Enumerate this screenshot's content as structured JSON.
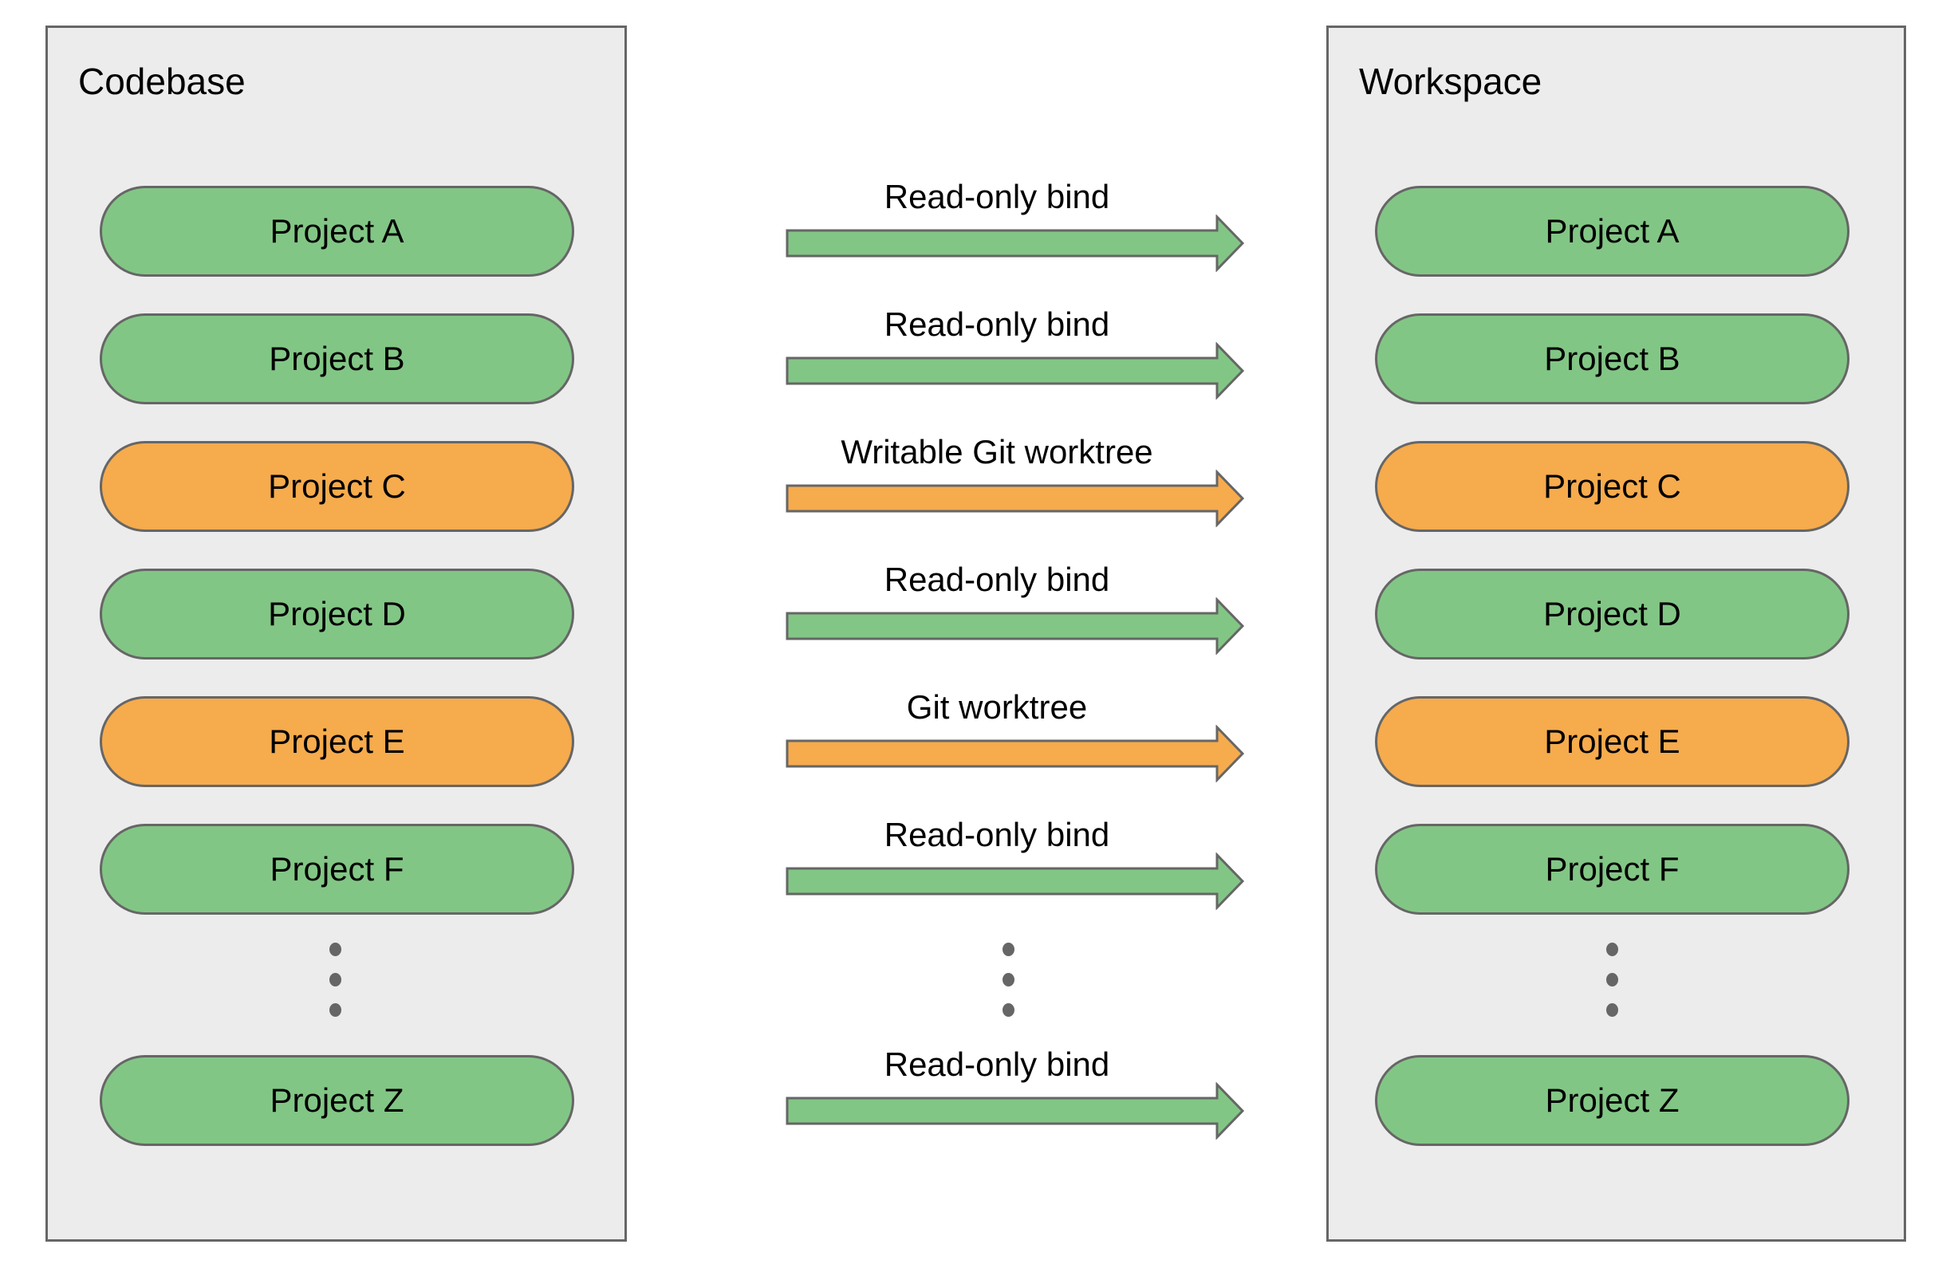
{
  "diagram": {
    "left_panel": {
      "title": "Codebase"
    },
    "right_panel": {
      "title": "Workspace"
    },
    "rows": [
      {
        "project": "Project A",
        "type": "shared",
        "arrow_label": "Read-only bind"
      },
      {
        "project": "Project B",
        "type": "shared",
        "arrow_label": "Read-only bind"
      },
      {
        "project": "Project C",
        "type": "writable",
        "arrow_label": "Writable Git worktree"
      },
      {
        "project": "Project D",
        "type": "shared",
        "arrow_label": "Read-only bind"
      },
      {
        "project": "Project E",
        "type": "writable",
        "arrow_label": "Git worktree"
      },
      {
        "project": "Project F",
        "type": "shared",
        "arrow_label": "Read-only bind"
      },
      {
        "project": "Project Z",
        "type": "shared",
        "arrow_label": "Read-only bind"
      }
    ],
    "icons": {
      "arrow": "right-arrow",
      "ellipsis": "vertical-ellipsis-dots"
    },
    "colors": {
      "shared_fill": "#82C685",
      "writable_fill": "#F6AB4D",
      "stroke": "#666666",
      "panel_fill": "#ECECEC",
      "dot": "#666666",
      "text": "#000000"
    }
  }
}
